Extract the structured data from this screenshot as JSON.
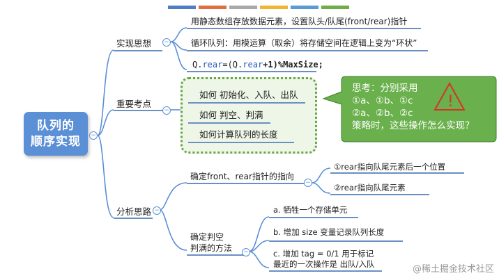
{
  "top_colors": [
    "#4f7ec2",
    "#e06e3f",
    "#a9a9a9",
    "#f2b531",
    "#5b9bd5",
    "#70ad47"
  ],
  "root": {
    "line1": "队列的",
    "line2": "顺序实现"
  },
  "branches": {
    "impl": {
      "label": "实现思想",
      "items": [
        "用静态数组存放数据元素，设置队头/队尾(front/rear)指针",
        "循环队列：用模运算（取余）将存储空间在逻辑上变为“环状”"
      ],
      "code": {
        "part1": "Q.",
        "part2": "rear",
        "part3": "=(Q.",
        "part4": "rear",
        "part5": "+1)%MaxSize;"
      }
    },
    "key": {
      "label": "重要考点",
      "items": [
        "如何 初始化、入队、出队",
        "如何 判空、判满",
        "如何计算队列的长度"
      ]
    },
    "analysis": {
      "label": "分析思路",
      "pointer": {
        "label": "确定front、rear指针的指向",
        "options": [
          "①rear指向队尾元素后一个位置",
          "②rear指向队尾元素"
        ]
      },
      "empty_full": {
        "line1": "确定判空",
        "line2": "判满的方法",
        "options": [
          "a. 牺牲一个存储单元",
          "b. 增加 size 变量记录队列长度",
          "c. 增加 tag = 0/1 用于标记",
          "最近的一次操作是 出队/入队"
        ]
      }
    }
  },
  "callout": {
    "lines": [
      "思考：分别采用",
      "①a、①b、①c",
      "②a、②b、②c",
      "策略时，这些操作怎么实现？"
    ],
    "fill": "#6ab04c",
    "warning_glyph": "!"
  },
  "watermark": "@稀土掘金技术社区",
  "toggle_symbol": "−"
}
